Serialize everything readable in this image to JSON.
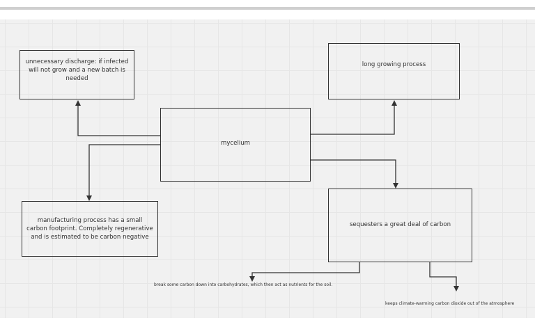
{
  "diagram": {
    "central": "mycelium",
    "nodes": {
      "discharge": "unnecessary discharge: if infected will not grow and a new batch is needed",
      "growing": "long growing process",
      "manufacturing": "manufacturing process has a small carbon footprint. Completely regenerative and is estimated to be carbon negative",
      "sequesters": "sequesters a great deal of carbon"
    },
    "notes": {
      "carbohydrates": "break some carbon down into carbohydrates, which then act as nutrients for the soil.",
      "atmosphere": "keeps climate-warming carbon dioxide out of the atmosphere"
    }
  }
}
